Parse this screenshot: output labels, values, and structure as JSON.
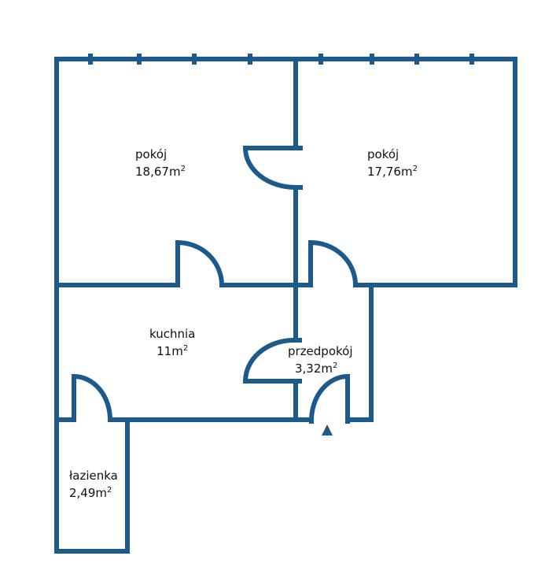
{
  "rooms": [
    {
      "name": "pokój",
      "area": "18,67m",
      "unit_sup": "2"
    },
    {
      "name": "pokój",
      "area": "17,76m",
      "unit_sup": "2"
    },
    {
      "name": "kuchnia",
      "area": "11m",
      "unit_sup": "2"
    },
    {
      "name": "przedpokój",
      "area": "3,32m",
      "unit_sup": "2"
    },
    {
      "name": "łazienka",
      "area": "2,49m",
      "unit_sup": "2"
    }
  ],
  "colors": {
    "wall": "#1d5a8c"
  }
}
